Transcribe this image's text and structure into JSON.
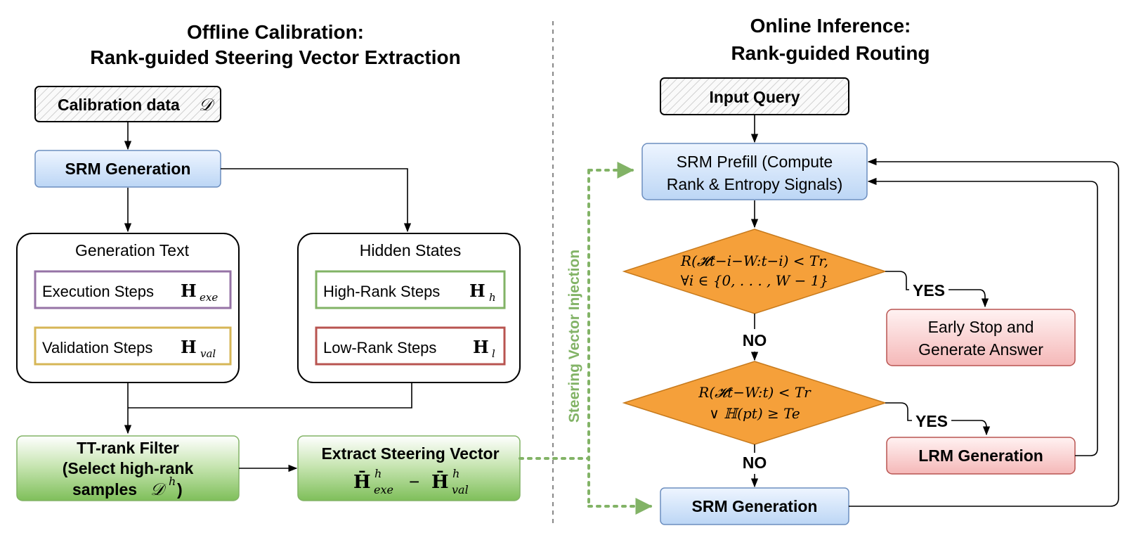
{
  "left_panel": {
    "title_line1": "Offline Calibration:",
    "title_line2": "Rank-guided Steering Vector Extraction",
    "calibration_label": "Calibration data",
    "calibration_symbol": "𝒟",
    "srm_generation": "SRM Generation",
    "generation_text_group": {
      "title": "Generation Text",
      "execution_label": "Execution Steps",
      "execution_symbol": "H",
      "execution_sub": "exe",
      "validation_label": "Validation Steps",
      "validation_symbol": "H",
      "validation_sub": "val"
    },
    "hidden_states_group": {
      "title": "Hidden States",
      "high_rank_label": "High-Rank Steps",
      "high_rank_symbol": "H",
      "high_rank_sub": "h",
      "low_rank_label": "Low-Rank Steps",
      "low_rank_symbol": "H",
      "low_rank_sub": "l"
    },
    "tt_rank_filter": {
      "line1": "TT-rank Filter",
      "line2": "(Select high-rank",
      "line3": "samples",
      "symbol": "𝒟",
      "sup": "h",
      "close": ")"
    },
    "extract_steering": {
      "line1": "Extract Steering Vector",
      "formula_a": "H̄",
      "sup_a": "h",
      "sub_a": "exe",
      "minus": "−",
      "formula_b": "H̄",
      "sup_b": "h",
      "sub_b": "val"
    }
  },
  "divider_label": "Steering Vector Injection",
  "right_panel": {
    "title_line1": "Online Inference:",
    "title_line2": "Rank-guided Routing",
    "input_query": "Input Query",
    "srm_prefill_line1": "SRM Prefill (Compute",
    "srm_prefill_line2": "Rank & Entropy Signals)",
    "decision1_line1": "R(𝓗t−i−W:t−i) < Tr,",
    "decision1_line2": "∀i ∈ {0, . . . , W − 1}",
    "decision2_line1": "R(𝓗t−W:t) < Tr",
    "decision2_line2": "∨ ℍ(pt) ≥ Te",
    "yes1": "YES",
    "no1": "NO",
    "yes2": "YES",
    "no2": "NO",
    "early_stop_line1": "Early Stop and",
    "early_stop_line2": "Generate Answer",
    "lrm_generation": "LRM Generation",
    "srm_generation": "SRM Generation"
  },
  "colors": {
    "blue_box": "#dae8fc",
    "blue_border": "#6c8ebf",
    "green_box": "#8cc66a",
    "orange_diamond": "#f5a03a",
    "red_box": "#f8cecc",
    "purple_border": "#9673a6",
    "yellow_border": "#d6b656",
    "green_border": "#82b366",
    "red_border": "#b85450",
    "injection_green": "#82b366"
  }
}
